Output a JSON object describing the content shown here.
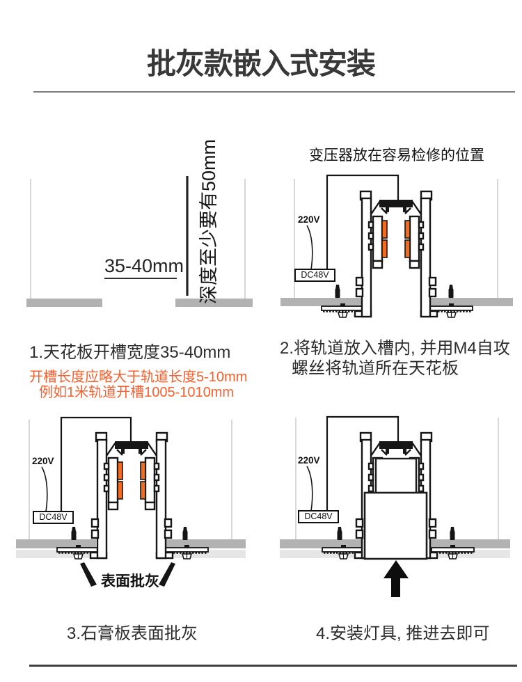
{
  "title": "批灰款嵌入式安装",
  "colors": {
    "accent_orange": "#f26c1f",
    "note_orange": "#fb5f2d",
    "panel_gray": "#b2b2b2",
    "putty_gray": "#e6e6e6",
    "ink": "#1a1a1a"
  },
  "steps": [
    {
      "caption": "1.天花板开槽宽度35-40mm",
      "notes": [
        "开槽长度应略大于轨道长度5-10mm",
        "例如1米轨道开槽1005-1010mm"
      ],
      "slot_width_label": "35-40mm",
      "slot_depth_label": "深度至少要有50mm"
    },
    {
      "header": "变压器放在容易检修的位置",
      "caption_line1": "2.将轨道放入槽内, 并用M4自攻",
      "caption_line2": "螺丝将轨道所在天花板",
      "mains_label": "220V",
      "driver_label": "DC48V"
    },
    {
      "caption": "3.石膏板表面批灰",
      "surface_label": "表面批灰",
      "mains_label": "220V",
      "driver_label": "DC48V"
    },
    {
      "caption": "4.安装灯具, 推进去即可",
      "mains_label": "220V",
      "driver_label": "DC48V"
    }
  ]
}
